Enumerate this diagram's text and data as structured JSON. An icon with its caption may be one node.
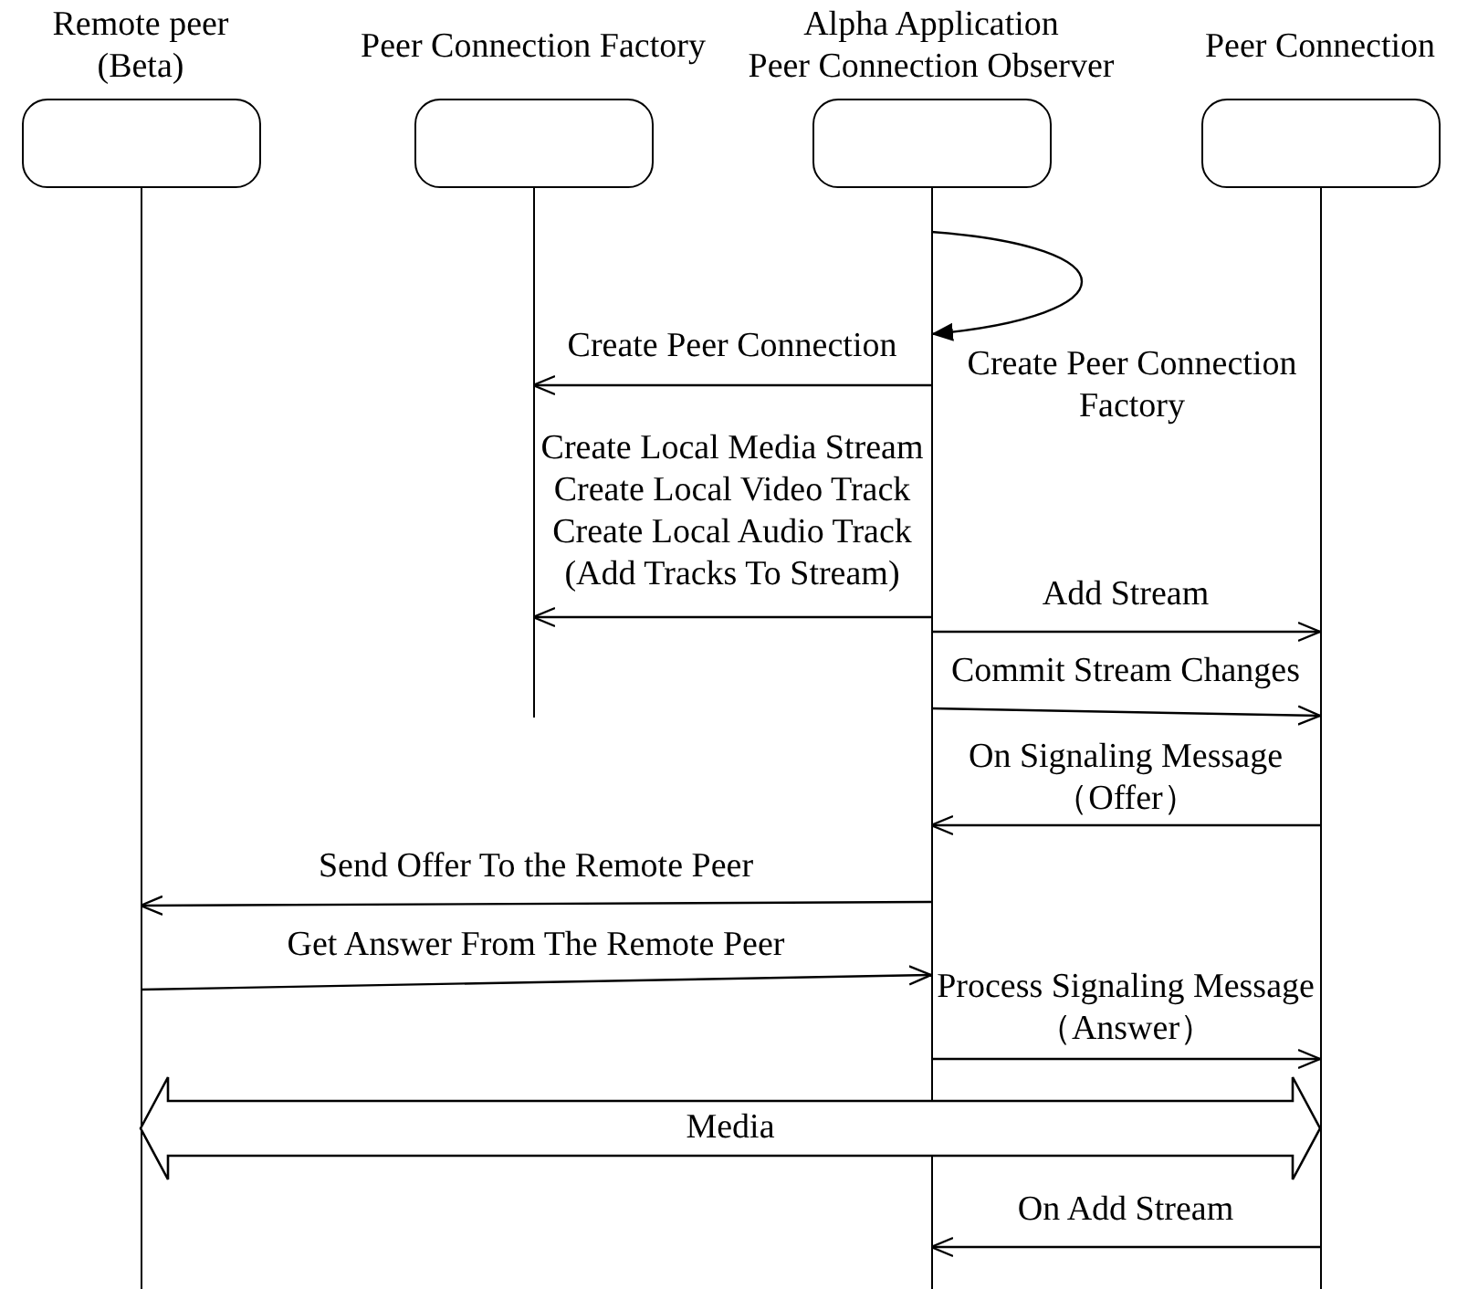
{
  "diagram": {
    "nodes": [
      {
        "text": [
          "Remote peer (Beta)"
        ]
      },
      {
        "text": [
          "Peer Connection Factory"
        ]
      },
      {
        "text": [
          "Alpha Application",
          "Peer Connection Observer"
        ]
      },
      {
        "text": [
          "Peer Connection"
        ]
      },
      {
        "text": [],
        "shape": "bar"
      },
      {
        "text": [],
        "shape": "bar"
      },
      {
        "text": [],
        "shape": "bar"
      },
      {
        "text": [],
        "shape": "bar"
      }
    ],
    "edges": [
      {
        "from": 6,
        "to": 6,
        "arrow": "to",
        "label": "Create Peer Connection Factory"
      },
      {
        "from": 6,
        "to": 5,
        "arrow": "to",
        "label": "Create Peer Connection"
      },
      {
        "from": 6,
        "to": 5,
        "arrow": "to",
        "label": "Create Local Media Stream Create Local Video Track Create Local Audio Track (Add Tracks To Stream)"
      },
      {
        "from": 6,
        "to": 7,
        "arrow": "to",
        "label": "Add Stream"
      },
      {
        "from": 6,
        "to": 7,
        "arrow": "to",
        "label": "Commit Stream Changes"
      },
      {
        "from": 7,
        "to": 6,
        "arrow": "to",
        "label": "On Signaling Message （Offer）"
      },
      {
        "from": 6,
        "to": 4,
        "arrow": "to",
        "label": "Send Offer To the Remote Peer"
      },
      {
        "from": 4,
        "to": 6,
        "arrow": "to",
        "label": "Get Answer From The Remote Peer"
      },
      {
        "from": 6,
        "to": 7,
        "arrow": "to",
        "label": "Process Signaling Message （Answer）"
      },
      {
        "from": 4,
        "to": 7,
        "arrow": "both",
        "label": "Media",
        "style": "thick"
      },
      {
        "from": 7,
        "to": 6,
        "arrow": "to",
        "label": "On Add Stream"
      }
    ]
  }
}
